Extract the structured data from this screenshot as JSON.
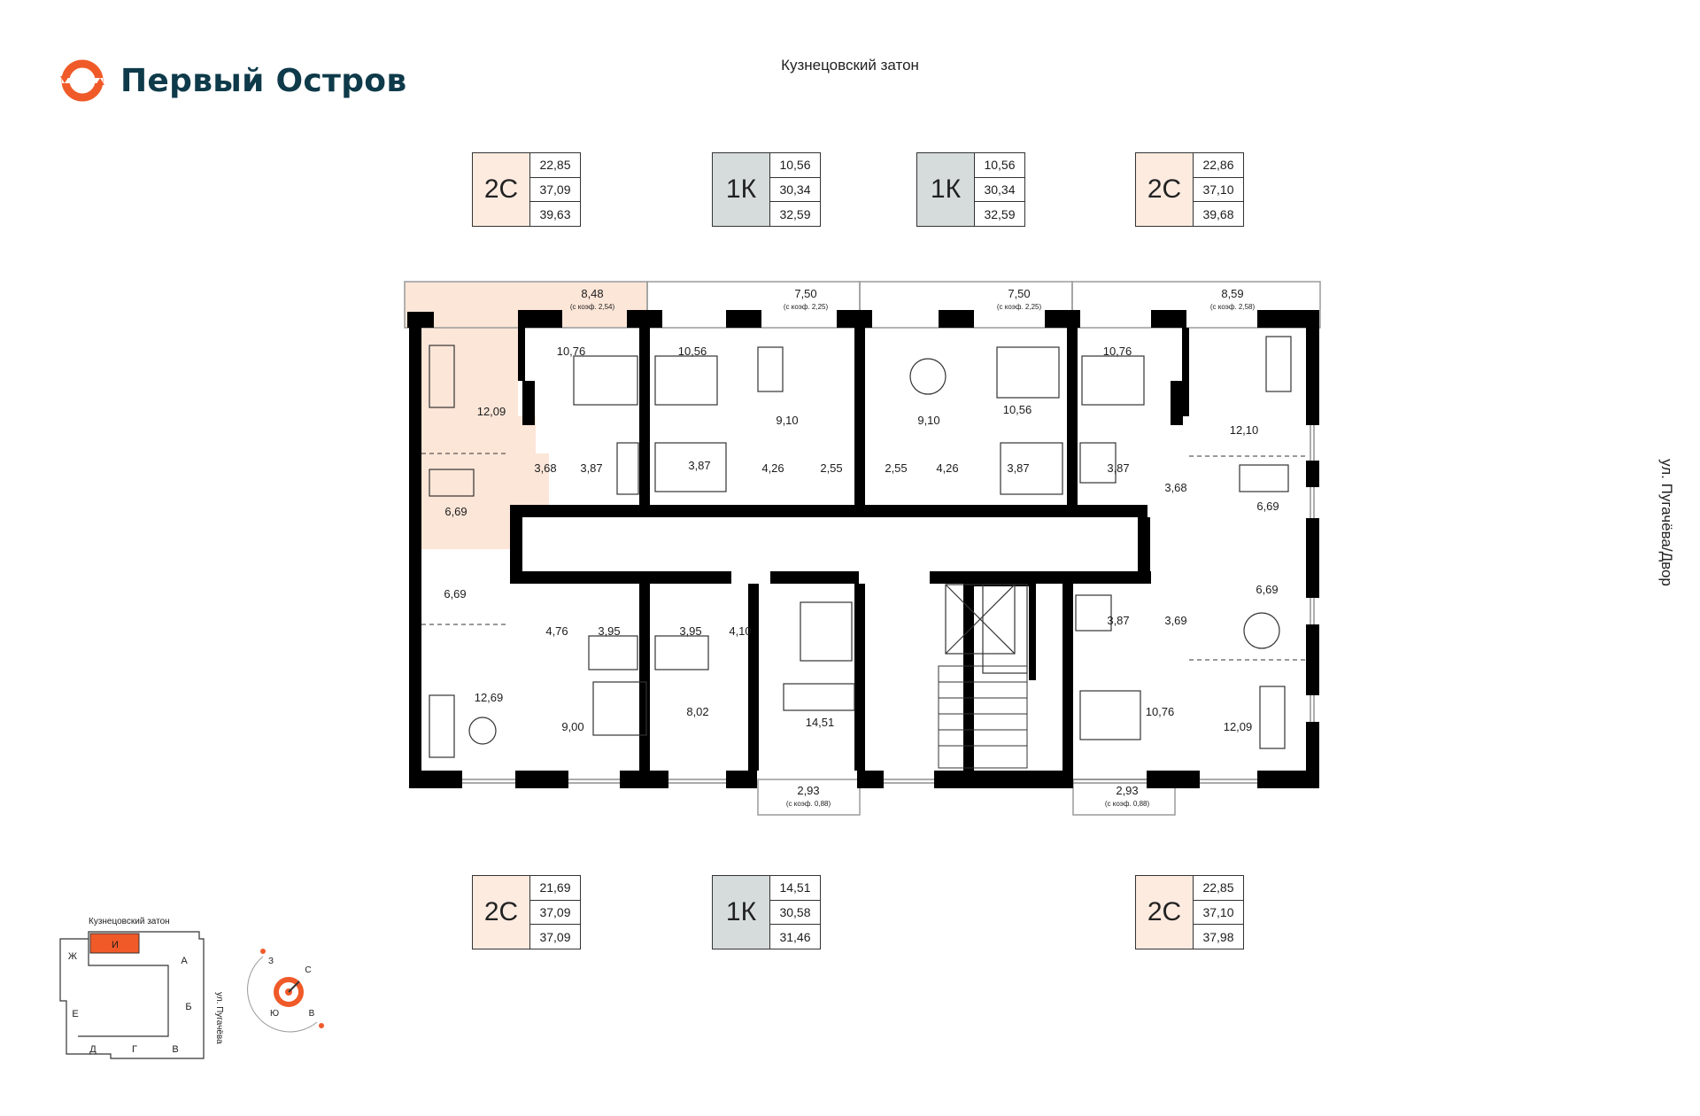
{
  "brand": {
    "name": "Первый Остров",
    "accent": "#f05a28",
    "text_color": "#0e3a4a"
  },
  "streets": {
    "top": "Кузнецовский затон",
    "right": "ул. Пугачёва/Двор"
  },
  "units_top": [
    {
      "type": "2С",
      "areas": [
        "22,85",
        "37,09",
        "39,63"
      ],
      "kind": "s"
    },
    {
      "type": "1К",
      "areas": [
        "10,56",
        "30,34",
        "32,59"
      ],
      "kind": "k"
    },
    {
      "type": "1К",
      "areas": [
        "10,56",
        "30,34",
        "32,59"
      ],
      "kind": "k"
    },
    {
      "type": "2С",
      "areas": [
        "22,86",
        "37,10",
        "39,68"
      ],
      "kind": "s"
    }
  ],
  "units_bottom": [
    {
      "type": "2С",
      "areas": [
        "21,69",
        "37,09",
        "37,09"
      ],
      "kind": "s"
    },
    {
      "type": "1К",
      "areas": [
        "14,51",
        "30,58",
        "31,46"
      ],
      "kind": "k"
    },
    {
      "type": "2С",
      "areas": [
        "22,85",
        "37,10",
        "37,98"
      ],
      "kind": "s"
    }
  ],
  "balconies": {
    "b1": {
      "area": "8,48",
      "coef": "(с коэф. 2,54)"
    },
    "b2": {
      "area": "7,50",
      "coef": "(с коэф. 2,25)"
    },
    "b3": {
      "area": "7,50",
      "coef": "(с коэф. 2,25)"
    },
    "b4": {
      "area": "8,59",
      "coef": "(с коэф. 2,58)"
    },
    "b5": {
      "area": "2,93",
      "coef": "(с коэф. 0,88)"
    },
    "b6": {
      "area": "2,93",
      "coef": "(с коэф. 0,88)"
    }
  },
  "rooms": {
    "r01": "12,09",
    "r02": "10,76",
    "r03": "3,68",
    "r04": "3,87",
    "r05": "6,69",
    "r06": "10,56",
    "r07": "9,10",
    "r08": "3,87",
    "r09": "4,26",
    "r10": "2,55",
    "r11": "2,55",
    "r12": "9,10",
    "r13": "4,26",
    "r14": "10,56",
    "r15": "3,87",
    "r16": "10,76",
    "r17": "3,87",
    "r18": "3,68",
    "r19": "12,10",
    "r20": "6,69",
    "r21": "6,69",
    "r22": "4,76",
    "r23": "3,95",
    "r24": "3,95",
    "r25": "4,10",
    "r26": "12,69",
    "r27": "9,00",
    "r28": "8,02",
    "r29": "14,51",
    "r30": "3,87",
    "r31": "3,69",
    "r32": "6,69",
    "r33": "10,76",
    "r34": "12,09"
  },
  "keyplan": {
    "title": "Кузнецовский затон",
    "street": "ул. Пугачёва",
    "sections": [
      "Ж",
      "И",
      "А",
      "Е",
      "Б",
      "Д",
      "Г",
      "В"
    ],
    "highlight": "И",
    "compass": [
      "З",
      "С",
      "Ю",
      "В"
    ]
  }
}
